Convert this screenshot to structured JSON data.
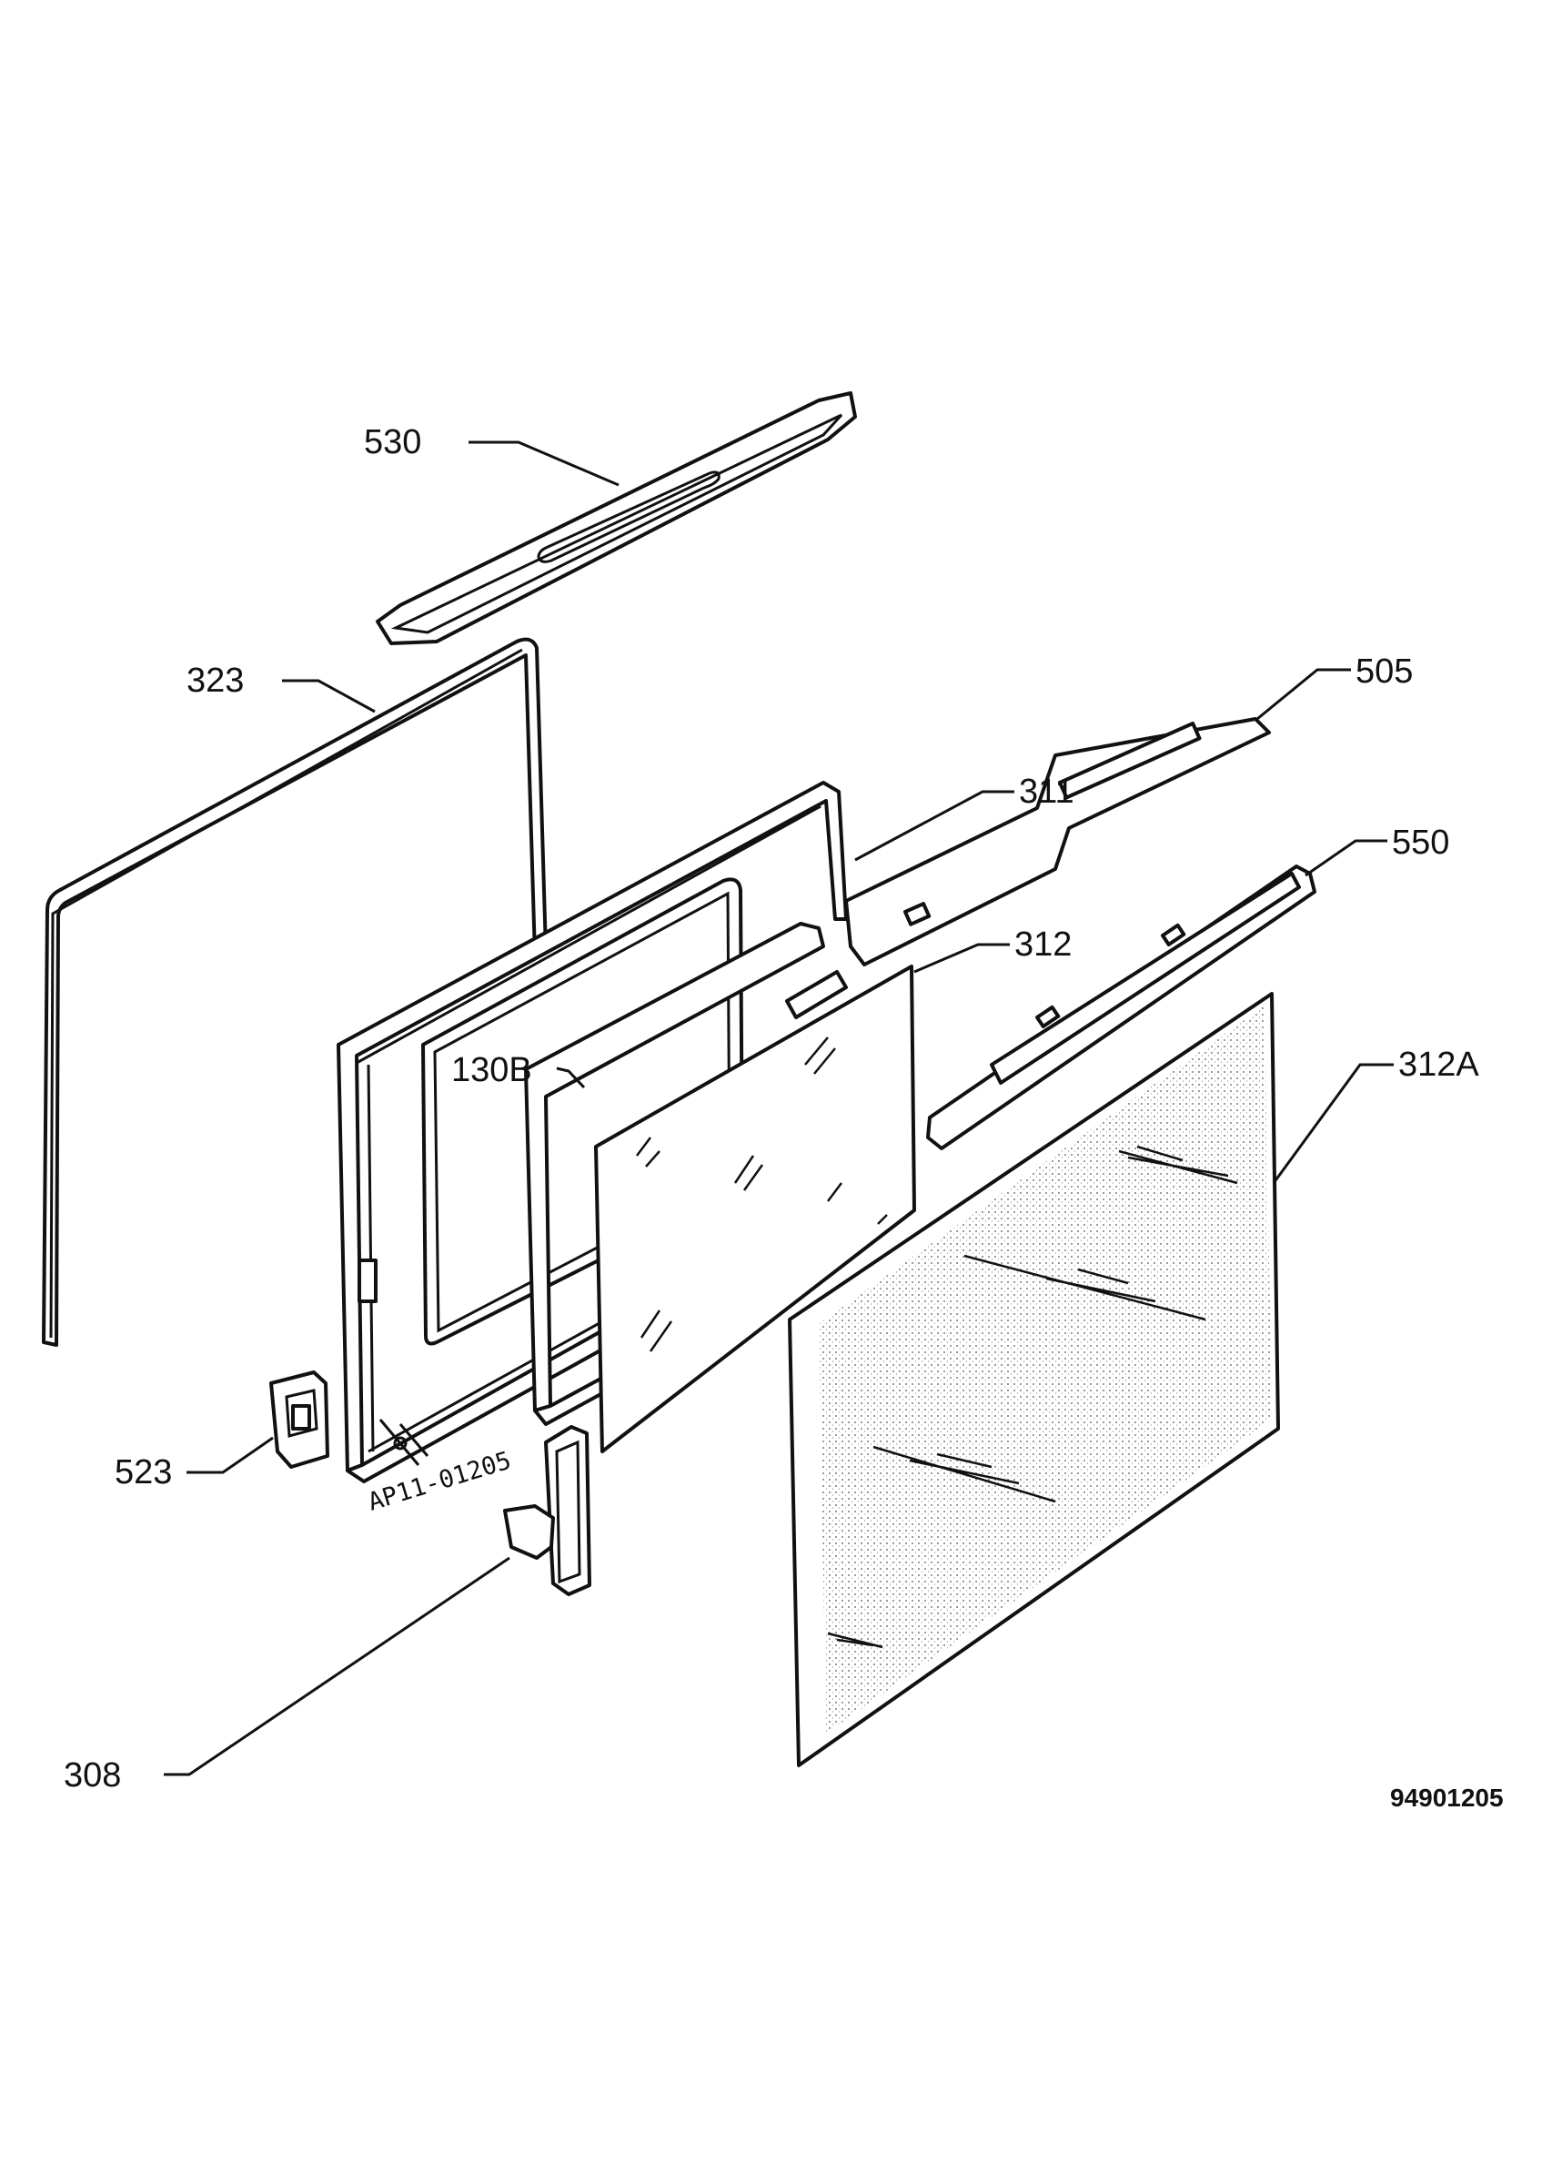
{
  "diagram": {
    "part_numbers": {
      "p530": "530",
      "p323": "323",
      "p505": "505",
      "p311": "311",
      "p550": "550",
      "p312": "312",
      "p130b": "130B",
      "p312a": "312A",
      "p523": "523",
      "p308": "308"
    },
    "stamp_text": "AP11-01205",
    "document_number": "94901205"
  }
}
